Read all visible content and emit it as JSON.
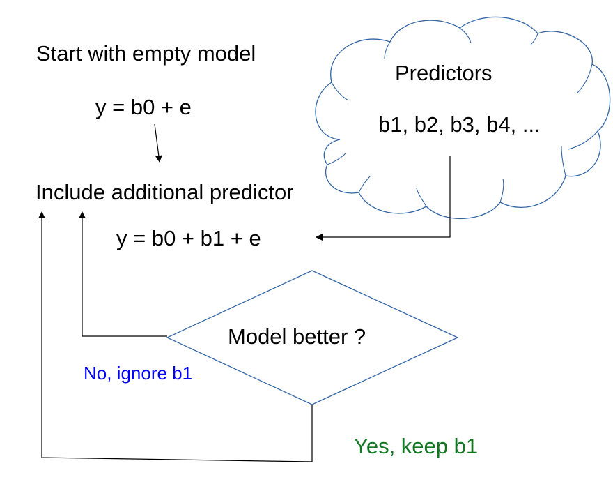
{
  "start_text": "Start with empty model",
  "empty_model_eq": "y = b0 + e",
  "include_text": "Include additional predictor",
  "new_model_eq": "y = b0 + b1 + e",
  "cloud": {
    "title": "Predictors",
    "list": "b1, b2, b3, b4, ..."
  },
  "decision": "Model better ?",
  "no_label": "No, ignore b1",
  "yes_label": "Yes, keep b1",
  "colors": {
    "text": "#000000",
    "shape_stroke": "#3465a4",
    "no_text": "#0000ff",
    "yes_text": "#127622"
  }
}
